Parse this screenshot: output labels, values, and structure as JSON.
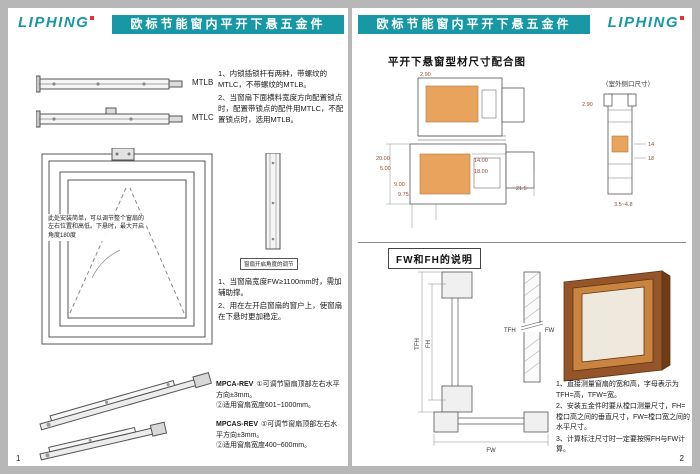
{
  "brand": {
    "name": "LIPHING"
  },
  "page1": {
    "title": "欧标节能窗内平开下悬五金件",
    "page_number": "1",
    "top": {
      "label_mtlb": "MTLB",
      "label_mtlc": "MTLC",
      "note_line1": "1、内锁插锁杆有两种，带螺纹的MTLC，不带螺纹的MTLB。",
      "note_line2": "2、当窗扇下面横料宽度方向配置锁点时，配置带锁点的配件用MTLC，不配置锁点时，选用MTLB。"
    },
    "middle": {
      "hinge_note": "此处安装简单，可以调节整个窗扇的左右位置和高低。下悬时，最大开启角度180度",
      "callout": "窗扇开启角度的调节",
      "note_line1": "1、当窗扇宽度FW≥1100mm时，需加辅助撑。",
      "note_line2": "2、用在左开启窗扇的窗户上，使窗扇在下悬时更加稳定。"
    },
    "bottom": {
      "item1_label": "MPCA-REV",
      "item1_note1": "①可调节窗扇顶部左右水平方向±3mm。",
      "item1_note2": "②适用窗扇宽度601~1000mm。",
      "item2_label": "MPCAS-REV",
      "item2_note1": "①可调节窗扇顶部左右水平方向±3mm。",
      "item2_note2": "②适用窗扇宽度400~600mm。"
    }
  },
  "page2": {
    "title": "欧标节能窗内平开下悬五金件",
    "page_number": "2",
    "section1": {
      "heading": "平开下悬窗型材尺寸配合图",
      "dims": {
        "a": "2.90",
        "b": "20.00",
        "c": "5.00",
        "d": "9.00",
        "e": "9.75",
        "f": "14.00",
        "g": "18.00",
        "h": "21.5"
      },
      "side_profile": {
        "label": "（室外侧口尺寸）",
        "a": "2.90",
        "b": "14",
        "c": "18",
        "d": "3.5~4.8"
      }
    },
    "section2": {
      "heading": "FW和FH的说明",
      "labels": {
        "tfh": "TFH",
        "fh": "FH",
        "fw": "FW"
      },
      "notes": [
        "1、直接测量窗扇的宽和高，字母表示为 TFH=高，TFW=宽。",
        "2、安装五金件时要从樘口测量尺寸，FH=樘口高之间的垂直尺寸，FW=樘口宽之间的水平尺寸。",
        "3、计算标注尺寸时一定要按照FH与FW计算。"
      ]
    }
  },
  "colors": {
    "accent": "#1897a5",
    "logo_red": "#e2342b",
    "dim_text": "#8d4a2f",
    "profile_fill": "#e8a45c",
    "wood_brown": "#95552a"
  }
}
